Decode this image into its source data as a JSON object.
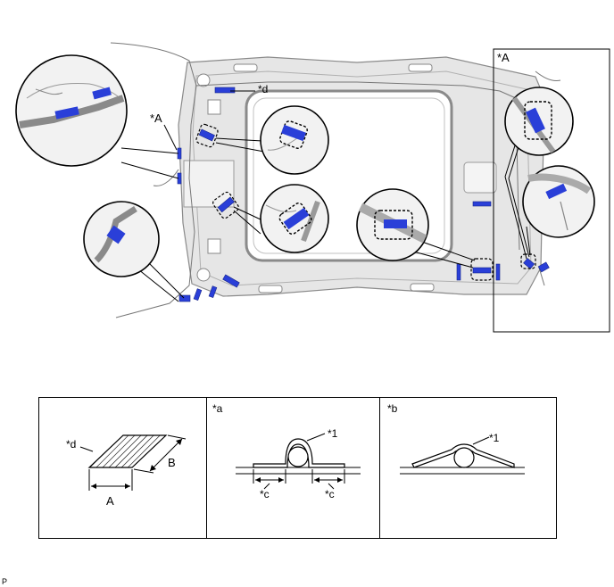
{
  "main_diagram": {
    "label_d": "*d",
    "label_A_left": "*A",
    "label_A_right": "*A"
  },
  "legend": {
    "panel_tape": {
      "label_d": "*d",
      "dim_A": "A",
      "dim_B": "B"
    },
    "panel_a": {
      "title": "*a",
      "label_1": "*1",
      "label_c_left": "*c",
      "label_c_right": "*c"
    },
    "panel_b": {
      "title": "*b",
      "label_1": "*1"
    }
  },
  "footer_code": "P",
  "colors": {
    "tape_blue": "#2a3fd8",
    "headliner_fill": "#e6e6e6",
    "headliner_stroke": "#8a8a8a",
    "window_fill": "#ffffff"
  }
}
